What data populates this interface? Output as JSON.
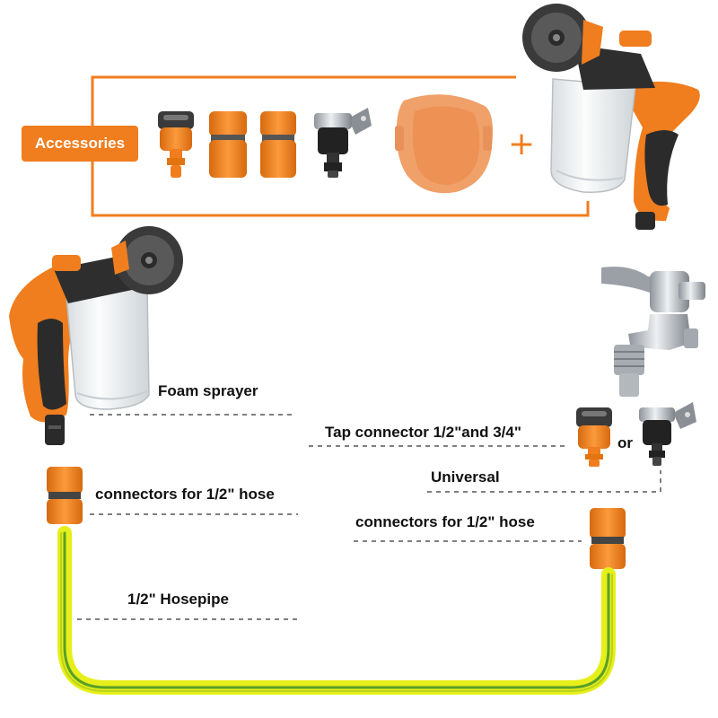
{
  "accessories": {
    "label": "Accessories",
    "plus": "+"
  },
  "labels": {
    "foam_sprayer": "Foam sprayer",
    "tap_connector": "Tap connector 1/2\"and 3/4\"",
    "or": "or",
    "universal": "Universal",
    "connectors_left": "connectors for 1/2\" hose",
    "connectors_right": "connectors for 1/2\" hose",
    "hosepipe": "1/2\" Hosepipe"
  },
  "colors": {
    "orange": "#f07d1e",
    "dark_orange": "#c85f0a",
    "black": "#2a2a2a",
    "gray": "#5a5a5a",
    "clear": "#eef1f3",
    "hose_yellow": "#e6ef1a",
    "hose_green": "#5aa028",
    "chrome": "#b9bec4",
    "brush": "#f0a069",
    "leader": "#555555"
  }
}
